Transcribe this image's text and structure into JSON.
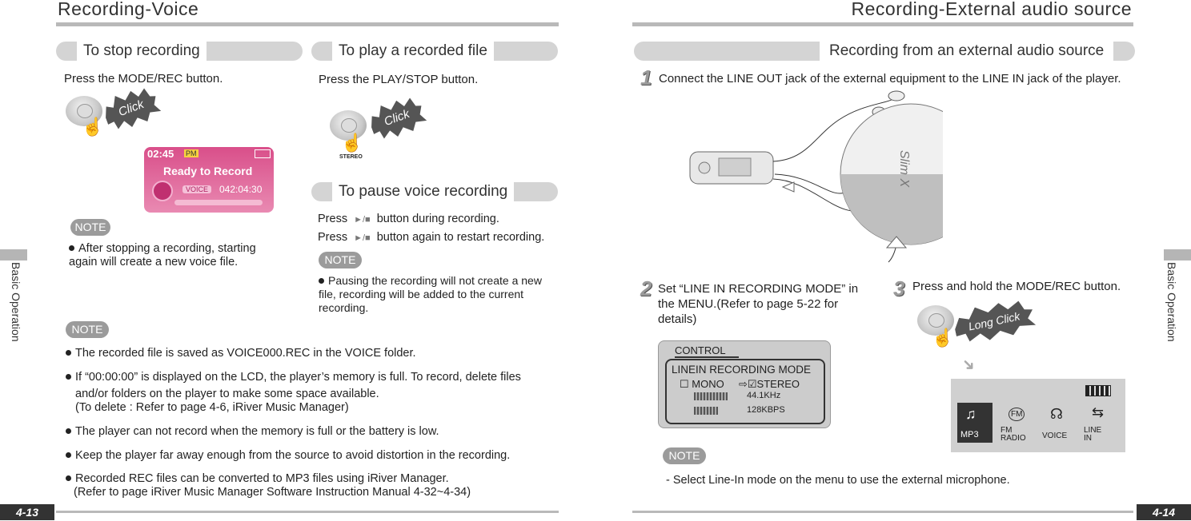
{
  "left": {
    "header": "Recording-Voice",
    "stop": {
      "title": "To stop recording",
      "instruction": "Press the MODE/REC button.",
      "click": "Click",
      "lcd": {
        "time": "02:45",
        "ampm": "PM",
        "status": "Ready to Record",
        "mode": "VOICE",
        "counter": "042:04:30"
      },
      "note_label": "NOTE",
      "note": "After stopping a recording, starting again will create a new voice file."
    },
    "play": {
      "title": "To play a recorded file",
      "instruction": "Press the PLAY/STOP button.",
      "click": "Click",
      "stereo": "STEREO"
    },
    "pause": {
      "title": "To pause voice recording",
      "line1_pre": "Press",
      "line1_post": "button during recording.",
      "line2_pre": "Press",
      "line2_post": "button again to restart recording.",
      "note_label": "NOTE",
      "note": "Pausing the recording will not create a new file, recording will be added to the current recording."
    },
    "notes": {
      "label": "NOTE",
      "items": [
        {
          "text": "The recorded file is saved as VOICE000.REC in the VOICE folder."
        },
        {
          "text": "If “00:00:00” is displayed on the LCD, the player’s memory is full. To record, delete files",
          "cont": "and/or folders on the player to make some space available.",
          "cont2": "(To delete : Refer to page 4-6, iRiver Music Manager)"
        },
        {
          "text": "The player can not record when the memory is full or the battery is low."
        },
        {
          "text": "Keep the player far away enough from the source to avoid distortion in the recording."
        },
        {
          "text": "Recorded REC files can be converted to MP3 files using iRiver Manager.",
          "cont": "(Refer to page iRiver Music Manager Software Instruction Manual 4-32~4-34)"
        }
      ]
    },
    "side_label": "Basic Operation",
    "page_number": "4-13"
  },
  "right": {
    "header": "Recording-External audio source",
    "section_title": "Recording from an external audio source",
    "step1": {
      "num": "1",
      "text": "Connect the LINE OUT jack of the external equipment to the LINE IN jack of the player."
    },
    "step2": {
      "num": "2",
      "text": "Set “LINE IN RECORDING MODE” in the MENU.(Refer to page 5-22 for details)",
      "lcd": {
        "tab": "CONTROL",
        "title": "LINEIN RECORDING MODE",
        "mono": "MONO",
        "stereo": "STEREO",
        "freq": "44.1KHz",
        "rate": "128KBPS"
      }
    },
    "step3": {
      "num": "3",
      "text": "Press and hold the MODE/REC button.",
      "click": "Long Click",
      "menu": [
        "MP3",
        "FM RADIO",
        "VOICE",
        "LINE IN"
      ],
      "fm_icon": "FM"
    },
    "note_label": "NOTE",
    "note": "- Select Line-In mode on the menu to use the external microphone.",
    "device_brand": "Slim X",
    "side_label": "Basic Operation",
    "page_number": "4-14"
  }
}
